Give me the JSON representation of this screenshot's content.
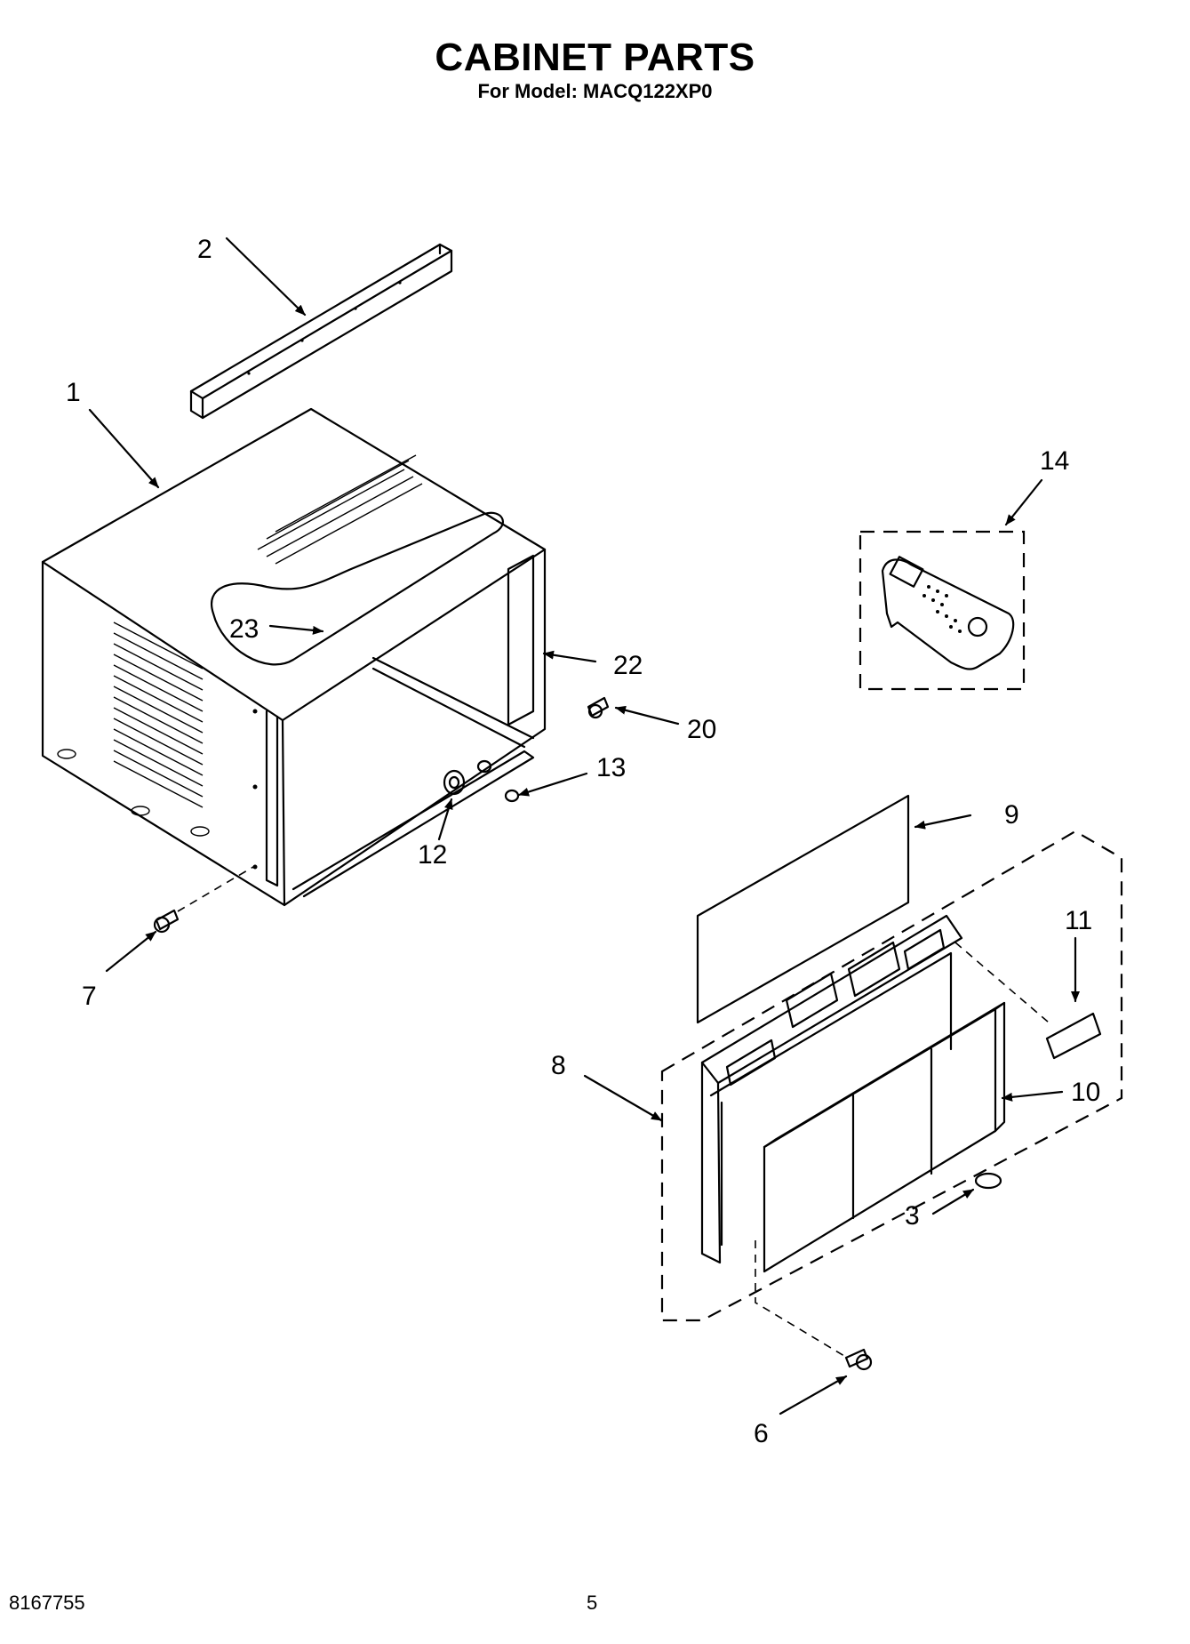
{
  "header": {
    "title": "CABINET PARTS",
    "subtitle": "For Model: MACQ122XP0"
  },
  "footer": {
    "doc_number": "8167755",
    "page_number": "5"
  },
  "callouts": {
    "c1": "1",
    "c2": "2",
    "c3": "3",
    "c6": "6",
    "c7": "7",
    "c8": "8",
    "c9": "9",
    "c10": "10",
    "c11": "11",
    "c12": "12",
    "c13": "13",
    "c14": "14",
    "c20": "20",
    "c22": "22",
    "c23": "23"
  }
}
